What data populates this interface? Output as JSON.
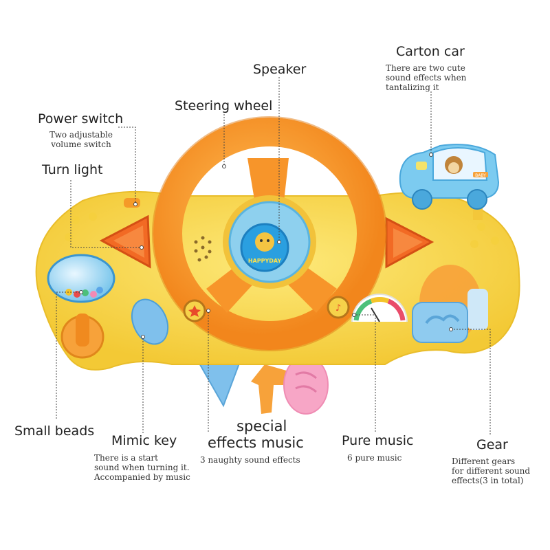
{
  "labels": {
    "carton_car": {
      "title": "Carton car",
      "desc": "There are two cute\n sound effects when\ntantalizing it"
    },
    "speaker": {
      "title": "Speaker"
    },
    "steering_wheel": {
      "title": "Steering wheel"
    },
    "power_switch": {
      "title": "Power switch",
      "desc": "Two adjustable\nvolume switch"
    },
    "turn_light": {
      "title": "Turn light"
    },
    "small_beads": {
      "title": "Small beads"
    },
    "mimic_key": {
      "title": "Mimic key",
      "desc": "There is a start\nsound when turning it.\nAccompanied by music"
    },
    "special_effects": {
      "title_line1": "special",
      "title_line2": "effects music",
      "desc": "3 naughty sound effects"
    },
    "pure_music": {
      "title": "Pure music",
      "desc": "6 pure music"
    },
    "gear": {
      "title": "Gear",
      "desc": "Different gears\n for different sound\neffects(3 in total)"
    }
  },
  "product": {
    "hub_badge_text": "HAPPYDAY",
    "car_badge_text": "BABY",
    "colors": {
      "body_yellow": "#f8d94a",
      "wheel_orange": "#f79a2b",
      "hub_blue": "#2a9fe0",
      "triangle_orange": "#f26a24",
      "car_blue": "#7ccbf0",
      "key_pink": "#f7a6c6",
      "key_blue": "#7fc0ec",
      "key_orange": "#f7a23a",
      "leader_line": "#444444"
    }
  }
}
